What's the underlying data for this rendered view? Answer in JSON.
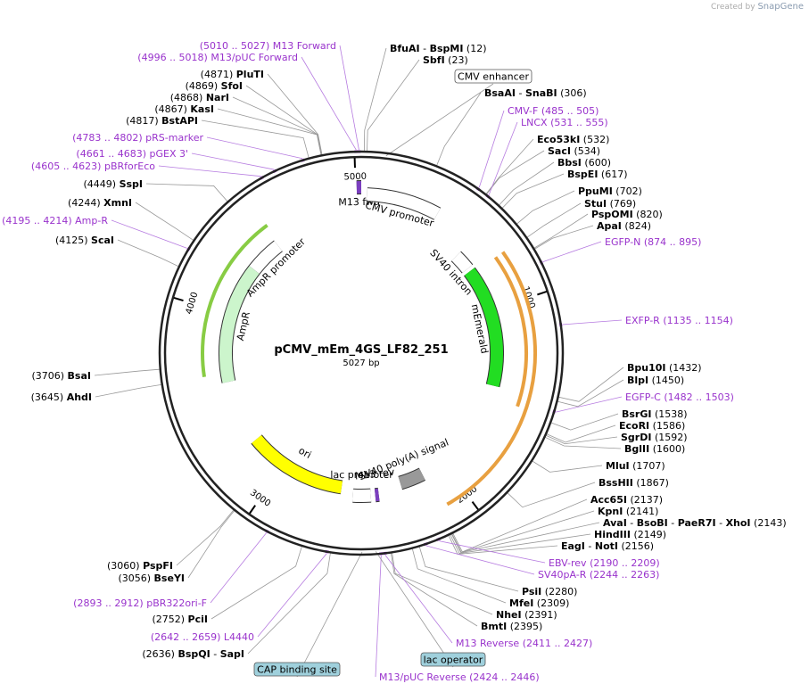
{
  "credit": {
    "prefix": "Created by",
    "brand": "SnapGene"
  },
  "plasmid": {
    "name": "pCMV_mEm_4GS_LF82_251",
    "size_label": "5027 bp",
    "length": 5027
  },
  "ticks": [
    {
      "pos": 1000,
      "label": "1000"
    },
    {
      "pos": 2000,
      "label": "2000"
    },
    {
      "pos": 3000,
      "label": "3000"
    },
    {
      "pos": 4000,
      "label": "4000"
    },
    {
      "pos": 5000,
      "label": "5000"
    }
  ],
  "sites_right": [
    {
      "parts": [
        {
          "t": "BfuAI",
          "b": true
        },
        {
          "t": " - ",
          "b": false
        },
        {
          "t": "BspMI",
          "b": true
        }
      ],
      "coord": "(12)",
      "pos": 12
    },
    {
      "parts": [
        {
          "t": "SbfI",
          "b": true
        }
      ],
      "coord": "(23)",
      "pos": 23
    },
    {
      "parts": [
        {
          "t": "BsaAI",
          "b": true
        },
        {
          "t": " - ",
          "b": false
        },
        {
          "t": "SnaBI",
          "b": true
        }
      ],
      "coord": "(306)",
      "pos": 306
    },
    {
      "parts": [
        {
          "t": "Eco53kI",
          "b": true
        }
      ],
      "coord": "(532)",
      "pos": 532
    },
    {
      "parts": [
        {
          "t": "SacI",
          "b": true
        }
      ],
      "coord": "(534)",
      "pos": 534
    },
    {
      "parts": [
        {
          "t": "BbsI",
          "b": true
        }
      ],
      "coord": "(600)",
      "pos": 600
    },
    {
      "parts": [
        {
          "t": "BspEI",
          "b": true
        }
      ],
      "coord": "(617)",
      "pos": 617
    },
    {
      "parts": [
        {
          "t": "PpuMI",
          "b": true
        }
      ],
      "coord": "(702)",
      "pos": 702
    },
    {
      "parts": [
        {
          "t": "StuI",
          "b": true
        }
      ],
      "coord": "(769)",
      "pos": 769
    },
    {
      "parts": [
        {
          "t": "PspOMI",
          "b": true
        }
      ],
      "coord": "(820)",
      "pos": 820
    },
    {
      "parts": [
        {
          "t": "ApaI",
          "b": true
        }
      ],
      "coord": "(824)",
      "pos": 824
    },
    {
      "parts": [
        {
          "t": "Bpu10I",
          "b": true
        }
      ],
      "coord": "(1432)",
      "pos": 1432
    },
    {
      "parts": [
        {
          "t": "BlpI",
          "b": true
        }
      ],
      "coord": "(1450)",
      "pos": 1450
    },
    {
      "parts": [
        {
          "t": "BsrGI",
          "b": true
        }
      ],
      "coord": "(1538)",
      "pos": 1538
    },
    {
      "parts": [
        {
          "t": "EcoRI",
          "b": true
        }
      ],
      "coord": "(1586)",
      "pos": 1586
    },
    {
      "parts": [
        {
          "t": "SgrDI",
          "b": true
        }
      ],
      "coord": "(1592)",
      "pos": 1592
    },
    {
      "parts": [
        {
          "t": "BglII",
          "b": true
        }
      ],
      "coord": "(1600)",
      "pos": 1600
    },
    {
      "parts": [
        {
          "t": "MluI",
          "b": true
        }
      ],
      "coord": "(1707)",
      "pos": 1707
    },
    {
      "parts": [
        {
          "t": "BssHII",
          "b": true
        }
      ],
      "coord": "(1867)",
      "pos": 1867
    },
    {
      "parts": [
        {
          "t": "Acc65I",
          "b": true
        }
      ],
      "coord": "(2137)",
      "pos": 2137
    },
    {
      "parts": [
        {
          "t": "KpnI",
          "b": true
        }
      ],
      "coord": "(2141)",
      "pos": 2141
    },
    {
      "parts": [
        {
          "t": "AvaI",
          "b": true
        },
        {
          "t": " - ",
          "b": false
        },
        {
          "t": "BsoBI",
          "b": true
        },
        {
          "t": " - ",
          "b": false
        },
        {
          "t": "PaeR7I",
          "b": true
        },
        {
          "t": " - ",
          "b": false
        },
        {
          "t": "XhoI",
          "b": true
        }
      ],
      "coord": "(2143)",
      "pos": 2143
    },
    {
      "parts": [
        {
          "t": "HindIII",
          "b": true
        }
      ],
      "coord": "(2149)",
      "pos": 2149
    },
    {
      "parts": [
        {
          "t": "EagI",
          "b": true
        },
        {
          "t": " - ",
          "b": false
        },
        {
          "t": "NotI",
          "b": true
        }
      ],
      "coord": "(2156)",
      "pos": 2156
    },
    {
      "parts": [
        {
          "t": "PsiI",
          "b": true
        }
      ],
      "coord": "(2280)",
      "pos": 2280
    },
    {
      "parts": [
        {
          "t": "MfeI",
          "b": true
        }
      ],
      "coord": "(2309)",
      "pos": 2309
    },
    {
      "parts": [
        {
          "t": "NheI",
          "b": true
        }
      ],
      "coord": "(2391)",
      "pos": 2391
    },
    {
      "parts": [
        {
          "t": "BmtI",
          "b": true
        }
      ],
      "coord": "(2395)",
      "pos": 2395
    }
  ],
  "sites_left": [
    {
      "parts": [
        {
          "t": "PluTI",
          "b": true
        }
      ],
      "coord": "(4871)",
      "pos": 4871
    },
    {
      "parts": [
        {
          "t": "SfoI",
          "b": true
        }
      ],
      "coord": "(4869)",
      "pos": 4869
    },
    {
      "parts": [
        {
          "t": "NarI",
          "b": true
        }
      ],
      "coord": "(4868)",
      "pos": 4868
    },
    {
      "parts": [
        {
          "t": "KasI",
          "b": true
        }
      ],
      "coord": "(4867)",
      "pos": 4867
    },
    {
      "parts": [
        {
          "t": "BstAPI",
          "b": true
        }
      ],
      "coord": "(4817)",
      "pos": 4817
    },
    {
      "parts": [
        {
          "t": "SspI",
          "b": true
        }
      ],
      "coord": "(4449)",
      "pos": 4449
    },
    {
      "parts": [
        {
          "t": "XmnI",
          "b": true
        }
      ],
      "coord": "(4244)",
      "pos": 4244
    },
    {
      "parts": [
        {
          "t": "ScaI",
          "b": true
        }
      ],
      "coord": "(4125)",
      "pos": 4125
    },
    {
      "parts": [
        {
          "t": "BsaI",
          "b": true
        }
      ],
      "coord": "(3706)",
      "pos": 3706
    },
    {
      "parts": [
        {
          "t": "AhdI",
          "b": true
        }
      ],
      "coord": "(3645)",
      "pos": 3645
    },
    {
      "parts": [
        {
          "t": "PspFI",
          "b": true
        }
      ],
      "coord": "(3060)",
      "pos": 3060
    },
    {
      "parts": [
        {
          "t": "BseYI",
          "b": true
        }
      ],
      "coord": "(3056)",
      "pos": 3056
    },
    {
      "parts": [
        {
          "t": "PciI",
          "b": true
        }
      ],
      "coord": "(2752)",
      "pos": 2752
    },
    {
      "parts": [
        {
          "t": "BspQI",
          "b": true
        },
        {
          "t": " - ",
          "b": false
        },
        {
          "t": "SapI",
          "b": true
        }
      ],
      "coord": "(2636)",
      "pos": 2636
    }
  ],
  "primers_right": [
    {
      "name": "CMV-F",
      "coord": "(485 .. 505)",
      "pos": 495
    },
    {
      "name": "LNCX",
      "coord": "(531 .. 555)",
      "pos": 543
    },
    {
      "name": "EGFP-N",
      "coord": "(874 .. 895)",
      "pos": 884
    },
    {
      "name": "EXFP-R",
      "coord": "(1135 .. 1154)",
      "pos": 1144
    },
    {
      "name": "EGFP-C",
      "coord": "(1482 .. 1503)",
      "pos": 1492
    },
    {
      "name": "EBV-rev",
      "coord": "(2190 .. 2209)",
      "pos": 2199
    },
    {
      "name": "SV40pA-R",
      "coord": "(2244 .. 2263)",
      "pos": 2253
    },
    {
      "name": "M13 Reverse",
      "coord": "(2411 .. 2427)",
      "pos": 2419
    },
    {
      "name": "M13/pUC Reverse",
      "coord": "(2424 .. 2446)",
      "pos": 2435
    }
  ],
  "primers_left": [
    {
      "name": "M13 Forward",
      "coord": "(5010 .. 5027)",
      "pos": 5018
    },
    {
      "name": "M13/pUC Forward",
      "coord": "(4996 .. 5018)",
      "pos": 5007
    },
    {
      "name": "pRS-marker",
      "coord": "(4783 .. 4802)",
      "pos": 4792
    },
    {
      "name": "pGEX 3'",
      "coord": "(4661 .. 4683)",
      "pos": 4672
    },
    {
      "name": "pBRforEco",
      "coord": "(4605 .. 4623)",
      "pos": 4614
    },
    {
      "name": "Amp-R",
      "coord": "(4195 .. 4214)",
      "pos": 4204
    },
    {
      "name": "pBR322ori-F",
      "coord": "(2893 .. 2912)",
      "pos": 2902
    },
    {
      "name": "L4440",
      "coord": "(2642 .. 2659)",
      "pos": 2650
    }
  ],
  "boxed_features": [
    {
      "label": "CMV enhancer",
      "fill": "#ffffff",
      "pos": 100
    },
    {
      "label": "CAP binding site",
      "fill": "#9fd0dc",
      "pos": 2510
    },
    {
      "label": "lac operator",
      "fill": "#9fd0dc",
      "pos": 2455
    }
  ],
  "inner_features": [
    {
      "label": "M13 fwd",
      "start": 5005,
      "end": 5027,
      "color": "#7b3fbf"
    },
    {
      "label": "CMV promoter",
      "start": 30,
      "end": 400,
      "color": "#ffffff"
    },
    {
      "label": "SV40 intron",
      "start": 620,
      "end": 720,
      "color": "#ffffff"
    },
    {
      "label": "mEmerald",
      "start": 740,
      "end": 1450,
      "color": "#22dd22"
    },
    {
      "label": "SV40 poly(A) signal",
      "start": 2140,
      "end": 2280,
      "color": "#999999"
    },
    {
      "label": "M13 rev",
      "start": 2415,
      "end": 2435,
      "color": "#7b3fbf"
    },
    {
      "label": "lac promoter",
      "start": 2460,
      "end": 2560,
      "color": "#ffffff"
    },
    {
      "label": "ori",
      "start": 2630,
      "end": 3220,
      "color": "#ffff00"
    },
    {
      "label": "AmpR",
      "start": 3600,
      "end": 4300,
      "color": "#ccf5cc"
    },
    {
      "label": "AmpR promoter",
      "start": 4300,
      "end": 4500,
      "color": "#ffffff"
    }
  ],
  "colors": {
    "site": "#000000",
    "primer": "#9933cc",
    "backbone": "#222222",
    "orange": "#e8a040"
  }
}
